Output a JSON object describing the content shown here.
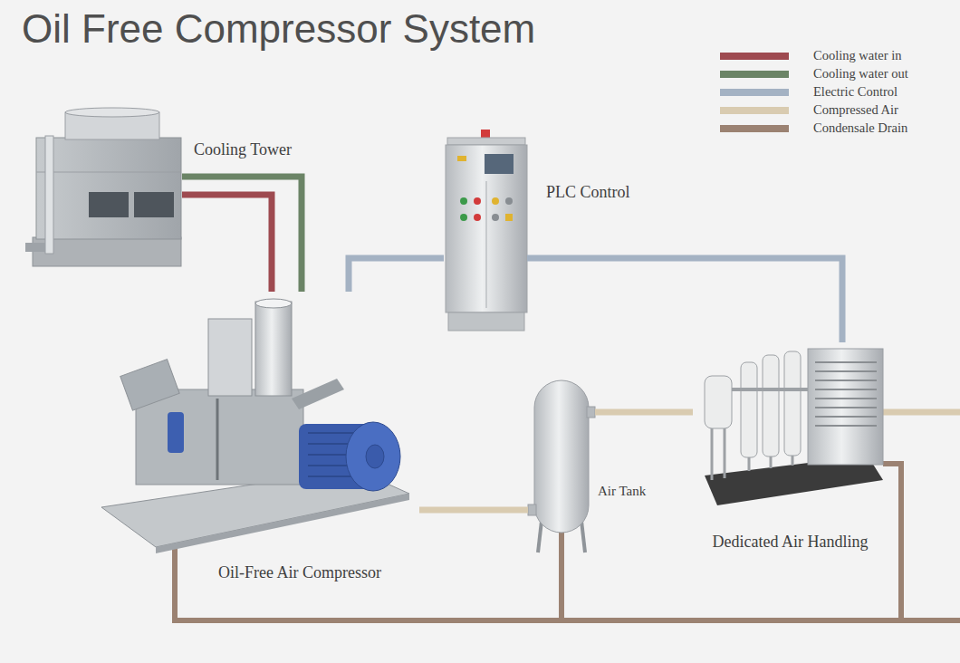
{
  "diagram": {
    "title": "Oil Free Compressor System",
    "nodes": [
      {
        "text": [
          "Cooling Tower"
        ]
      },
      {
        "text": [
          "PLC Control"
        ]
      },
      {
        "text": [
          "Oil-Free Air Compressor"
        ]
      },
      {
        "text": [
          "Air Tank"
        ]
      },
      {
        "text": [
          "Dedicated Air Handling"
        ]
      }
    ],
    "edges": [
      {
        "from": 0,
        "to": 2,
        "arrow": "none"
      },
      {
        "from": 2,
        "to": 0,
        "arrow": "none"
      },
      {
        "from": 1,
        "to": 2,
        "arrow": "none"
      },
      {
        "from": 1,
        "to": 4,
        "arrow": "none"
      },
      {
        "from": 2,
        "to": 3,
        "arrow": "none"
      },
      {
        "from": 3,
        "to": 4,
        "arrow": "none"
      }
    ],
    "legend": [
      {
        "text": "Cooling water in",
        "color": "#9e4a50"
      },
      {
        "text": "Cooling water out",
        "color": "#6b8466"
      },
      {
        "text": "Electric Control",
        "color": "#a4b2c3"
      },
      {
        "text": "Compressed Air",
        "color": "#d9cbb0"
      },
      {
        "text": "Condensale Drain",
        "color": "#9b8272"
      }
    ]
  }
}
